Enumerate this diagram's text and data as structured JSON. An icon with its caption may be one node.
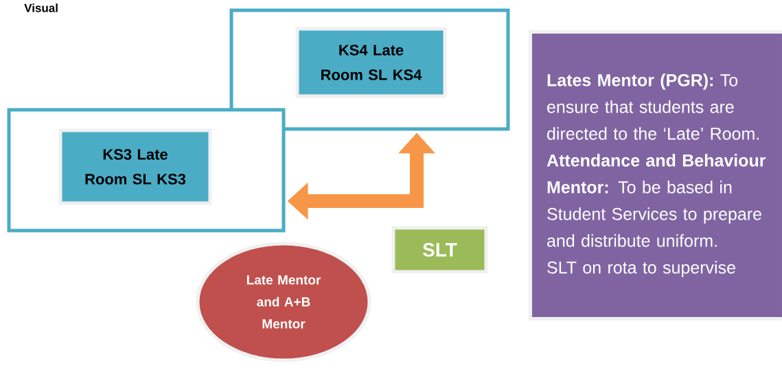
{
  "diagram": {
    "nodes": [
      {
        "text": [],
        "shape": "box"
      },
      {
        "text": [
          "KS4 Late Room SL KS4"
        ],
        "in": 0
      },
      {
        "text": [],
        "shape": "box"
      },
      {
        "text": [
          "KS3 Late Room SL KS3"
        ],
        "in": 2
      },
      {
        "text": [
          "SLT"
        ]
      },
      {
        "text": [
          "Late Mentor and A+B Mentor"
        ]
      },
      {
        "text": [
          "**Lates Mentor (PGR):** To ensure that students are directed to the ‘Late’ Room.",
          "**Attendance and Behaviour Mentor:** To be based in Student Services to prepare and distribute uniform.",
          "SLT on rota to supervise"
        ]
      }
    ],
    "edges": [
      {
        "from": 2,
        "to": 0,
        "arrow": "both"
      }
    ],
    "labels": [
      "Visual"
    ]
  }
}
